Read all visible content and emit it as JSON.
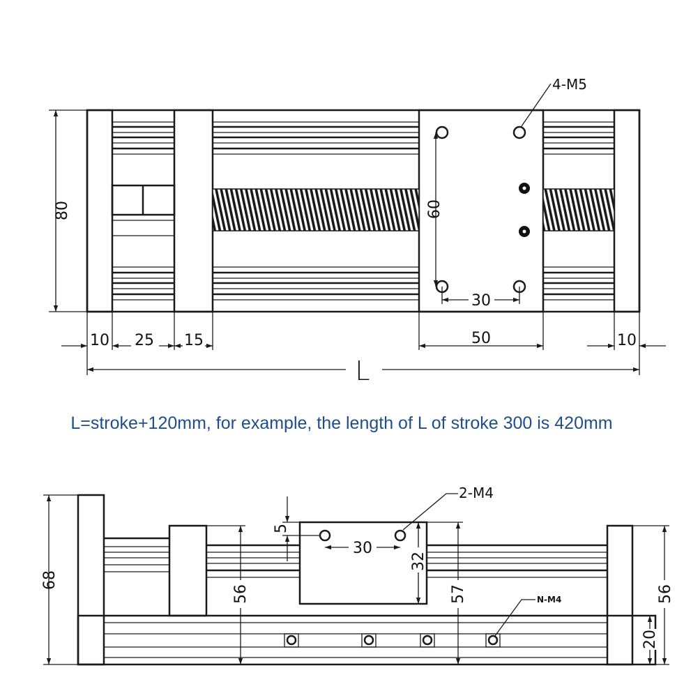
{
  "top_view": {
    "callout_holes": "4-M5",
    "dim_height": "80",
    "dim_inner_height": "60",
    "dim_hole_spacing": "30",
    "dim_end_left": "10",
    "dim_block_width": "25",
    "dim_gap": "15",
    "dim_carriage_width": "50",
    "dim_end_right": "10",
    "dim_length": "L"
  },
  "formula": "L=stroke+120mm, for example, the length of L of stroke 300 is 420mm",
  "side_view": {
    "callout_holes": "2-M4",
    "dim_offset": "5",
    "dim_hole_spacing": "30",
    "dim_plate_height": "32",
    "dim_height_total": "68",
    "dim_block_height": "56",
    "dim_carriage_height": "57",
    "dim_right_height": "56",
    "dim_base_height": "20",
    "callout_base_holes": "N-M4"
  },
  "colors": {
    "formula": "#1f4e8c",
    "line": "#1a1a1a"
  }
}
